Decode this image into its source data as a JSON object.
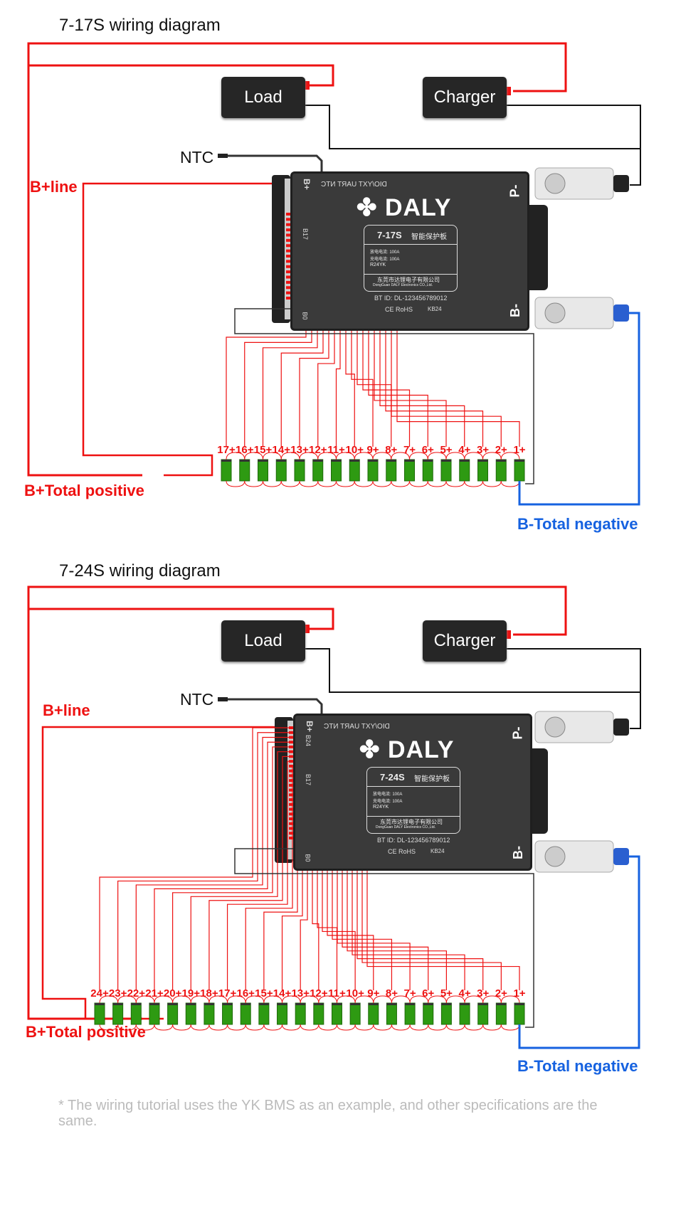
{
  "diagrams": [
    {
      "title": "7-17S wiring diagram",
      "load_label": "Load",
      "charger_label": "Charger",
      "ntc_label": "NTC",
      "bplus_line_label": "B+line",
      "total_positive_label": "B+Total positive",
      "total_negative_label": "B-Total negative",
      "board": {
        "brand": "DALY",
        "model": "7-17S",
        "model_cn": "智能保护板",
        "discharge": "放电电流: 100A",
        "charge": "充电电流: 100A",
        "code": "R24YK",
        "company_cn": "东莞市达锂电子有限公司",
        "company_en": "DongGuan DALY Electronics CO.,Ltd.",
        "bt_id": "BT ID: DL-123456789012",
        "cert": "CE  RoHS",
        "kb": "KB24",
        "ports": "DIO/YXT  UART  NTC",
        "bplus": "B+",
        "pminus": "P-",
        "bminus": "B-",
        "pin_top": "B17",
        "pin_bottom": "B0"
      },
      "cells": [
        "17+",
        "16+",
        "15+",
        "14+",
        "13+",
        "12+",
        "11+",
        "10+",
        "9+",
        "8+",
        "7+",
        "6+",
        "5+",
        "4+",
        "3+",
        "2+",
        "1+"
      ]
    },
    {
      "title": "7-24S wiring diagram",
      "load_label": "Load",
      "charger_label": "Charger",
      "ntc_label": "NTC",
      "bplus_line_label": "B+line",
      "total_positive_label": "B+Total positive",
      "total_negative_label": "B-Total negative",
      "board": {
        "brand": "DALY",
        "model": "7-24S",
        "model_cn": "智能保护板",
        "discharge": "放电电流: 100A",
        "charge": "充电电流: 100A",
        "code": "R24YK",
        "company_cn": "东莞市达锂电子有限公司",
        "company_en": "DongGuan DALY Electronics CO.,Ltd.",
        "bt_id": "BT ID: DL-123456789012",
        "cert": "CE  RoHS",
        "kb": "KB24",
        "ports": "DIO/YXT  UART  NTC",
        "bplus": "B+",
        "pminus": "P-",
        "bminus": "B-",
        "pin_top": "B24",
        "pin_mid": "B17",
        "pin_bottom": "B0"
      },
      "cells": [
        "24+",
        "23+",
        "22+",
        "21+",
        "20+",
        "19+",
        "18+",
        "17+",
        "16+",
        "15+",
        "14+",
        "13+",
        "12+",
        "11+",
        "10+",
        "9+",
        "8+",
        "7+",
        "6+",
        "5+",
        "4+",
        "3+",
        "2+",
        "1+"
      ]
    }
  ],
  "footnote": "* The wiring tutorial uses the YK BMS as an example, and other specifications are the same.",
  "colors": {
    "positive": "#ee1111",
    "negative": "#1662e0",
    "cell": "#2e9a12"
  }
}
